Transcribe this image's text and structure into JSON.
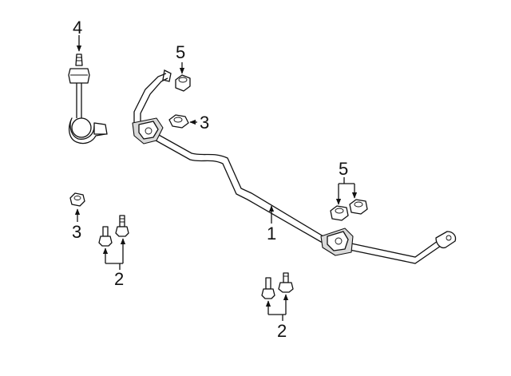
{
  "callouts": {
    "c4": "4",
    "c5_top": "5",
    "c3_right": "3",
    "c3_left": "3",
    "c2_left": "2",
    "c1": "1",
    "c5_right": "5",
    "c2_bottom": "2"
  }
}
